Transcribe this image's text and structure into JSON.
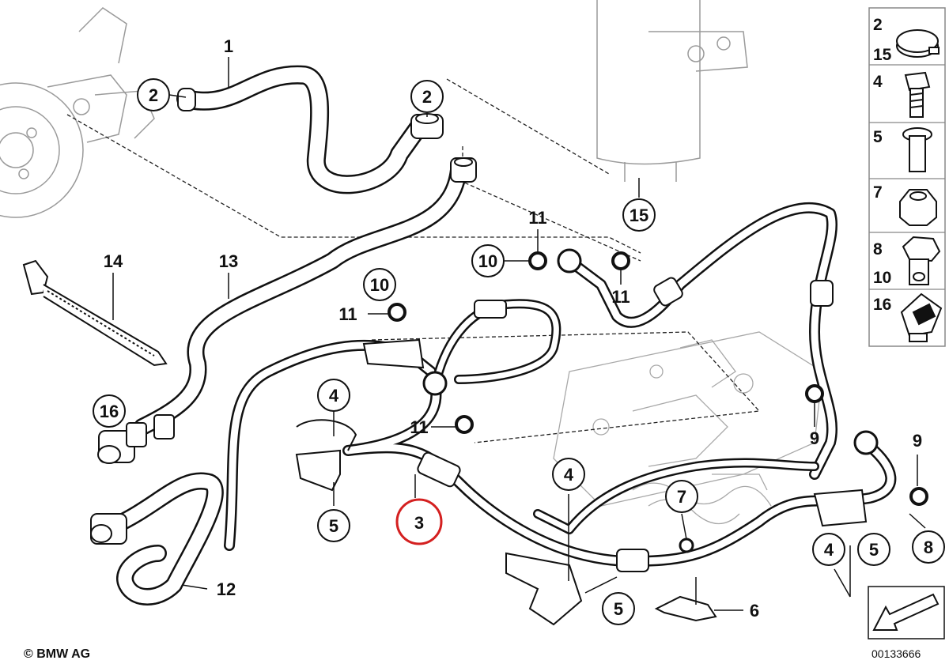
{
  "callouts": {
    "c1": "1",
    "c2a": "2",
    "c2b": "2",
    "c3": "3",
    "c4a": "4",
    "c4b": "4",
    "c4c": "4",
    "c5a": "5",
    "c5b": "5",
    "c5c": "5",
    "c6": "6",
    "c7": "7",
    "c8": "8",
    "c9a": "9",
    "c9b": "9",
    "c10a": "10",
    "c10b": "10",
    "c11a": "11",
    "c11b": "11",
    "c11c": "11",
    "c11d": "11",
    "c12": "12",
    "c13": "13",
    "c14": "14",
    "c15": "15",
    "c16": "16"
  },
  "legend": {
    "l2": "2",
    "l15": "15",
    "l4": "4",
    "l5": "5",
    "l7": "7",
    "l8": "8",
    "l10": "10",
    "l16": "16"
  },
  "highlight_color": "#d42020",
  "footer": {
    "copyright": "© BMW AG",
    "diagram_number": "00133666"
  }
}
